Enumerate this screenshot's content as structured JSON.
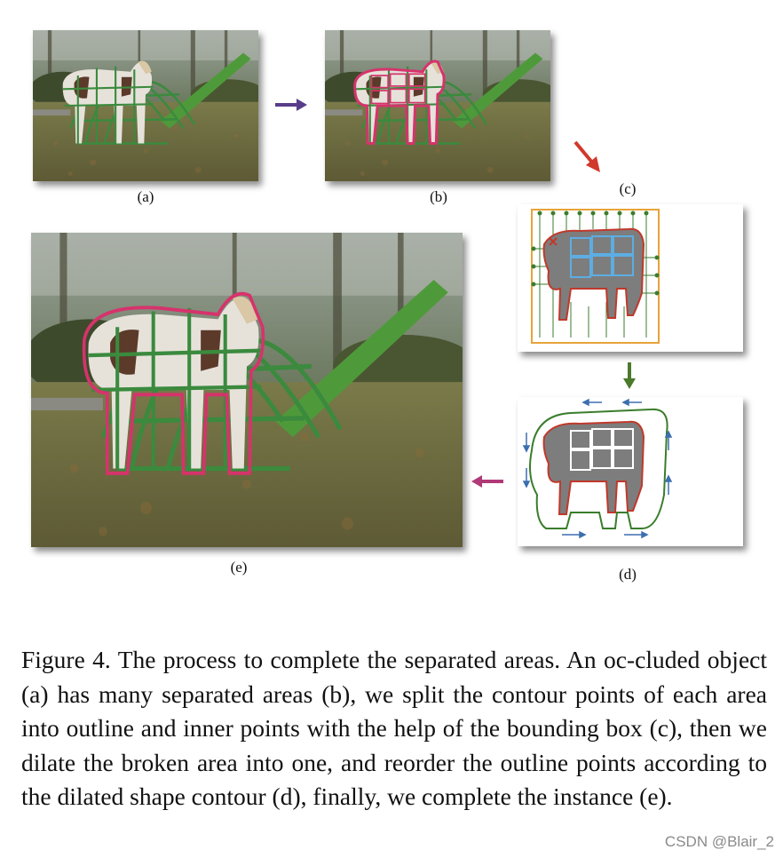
{
  "labels": {
    "a": "(a)",
    "b": "(b)",
    "c": "(c)",
    "d": "(d)",
    "e": "(e)"
  },
  "caption": "Figure 4. The process to complete the separated areas.  An oc-cluded object (a) has many separated areas (b), we split the contour points of each area into outline and inner points with the help of the bounding box (c), then we dilate the broken area into one, and reorder the outline points according to the dilated shape contour (d), finally, we complete the instance (e).",
  "watermark": "CSDN @Blair_2",
  "colors": {
    "instance_contour": "#d6336c",
    "bounding_box": "#e8a33a",
    "outline_points": "#c0392b",
    "inner_points": "#5dade2",
    "dilated_contour": "#3a7d2c",
    "arrow_ab": "#5a3d8a",
    "arrow_bc": "#d0392b",
    "arrow_cd": "#4a7a2a",
    "arrow_de": "#b03a78"
  }
}
